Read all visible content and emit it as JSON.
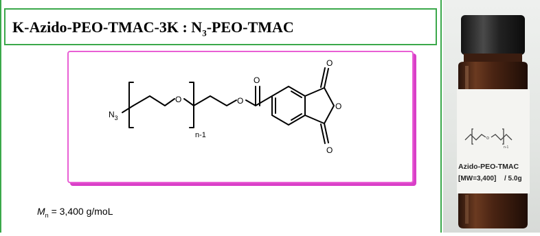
{
  "title": {
    "prefix": "K-Azido-PEO-TMAC-3K : N",
    "sub": "3",
    "suffix": "-PEO-TMAC"
  },
  "structure": {
    "n3_label": "N",
    "n3_sub": "3",
    "repeat_label": "n-1",
    "oxygen": "O"
  },
  "mn": {
    "symbol": "M",
    "sub": "n",
    "value": " = 3,400 g/moL"
  },
  "bottle_label": {
    "repeat_label": "n-1",
    "line1": "Azido-PEO-TMAC",
    "line2": "[MW=3,400]",
    "line3": "/ 5.0g"
  },
  "colors": {
    "green_border": "#3aa84a",
    "pink_border": "#e85fd4"
  }
}
